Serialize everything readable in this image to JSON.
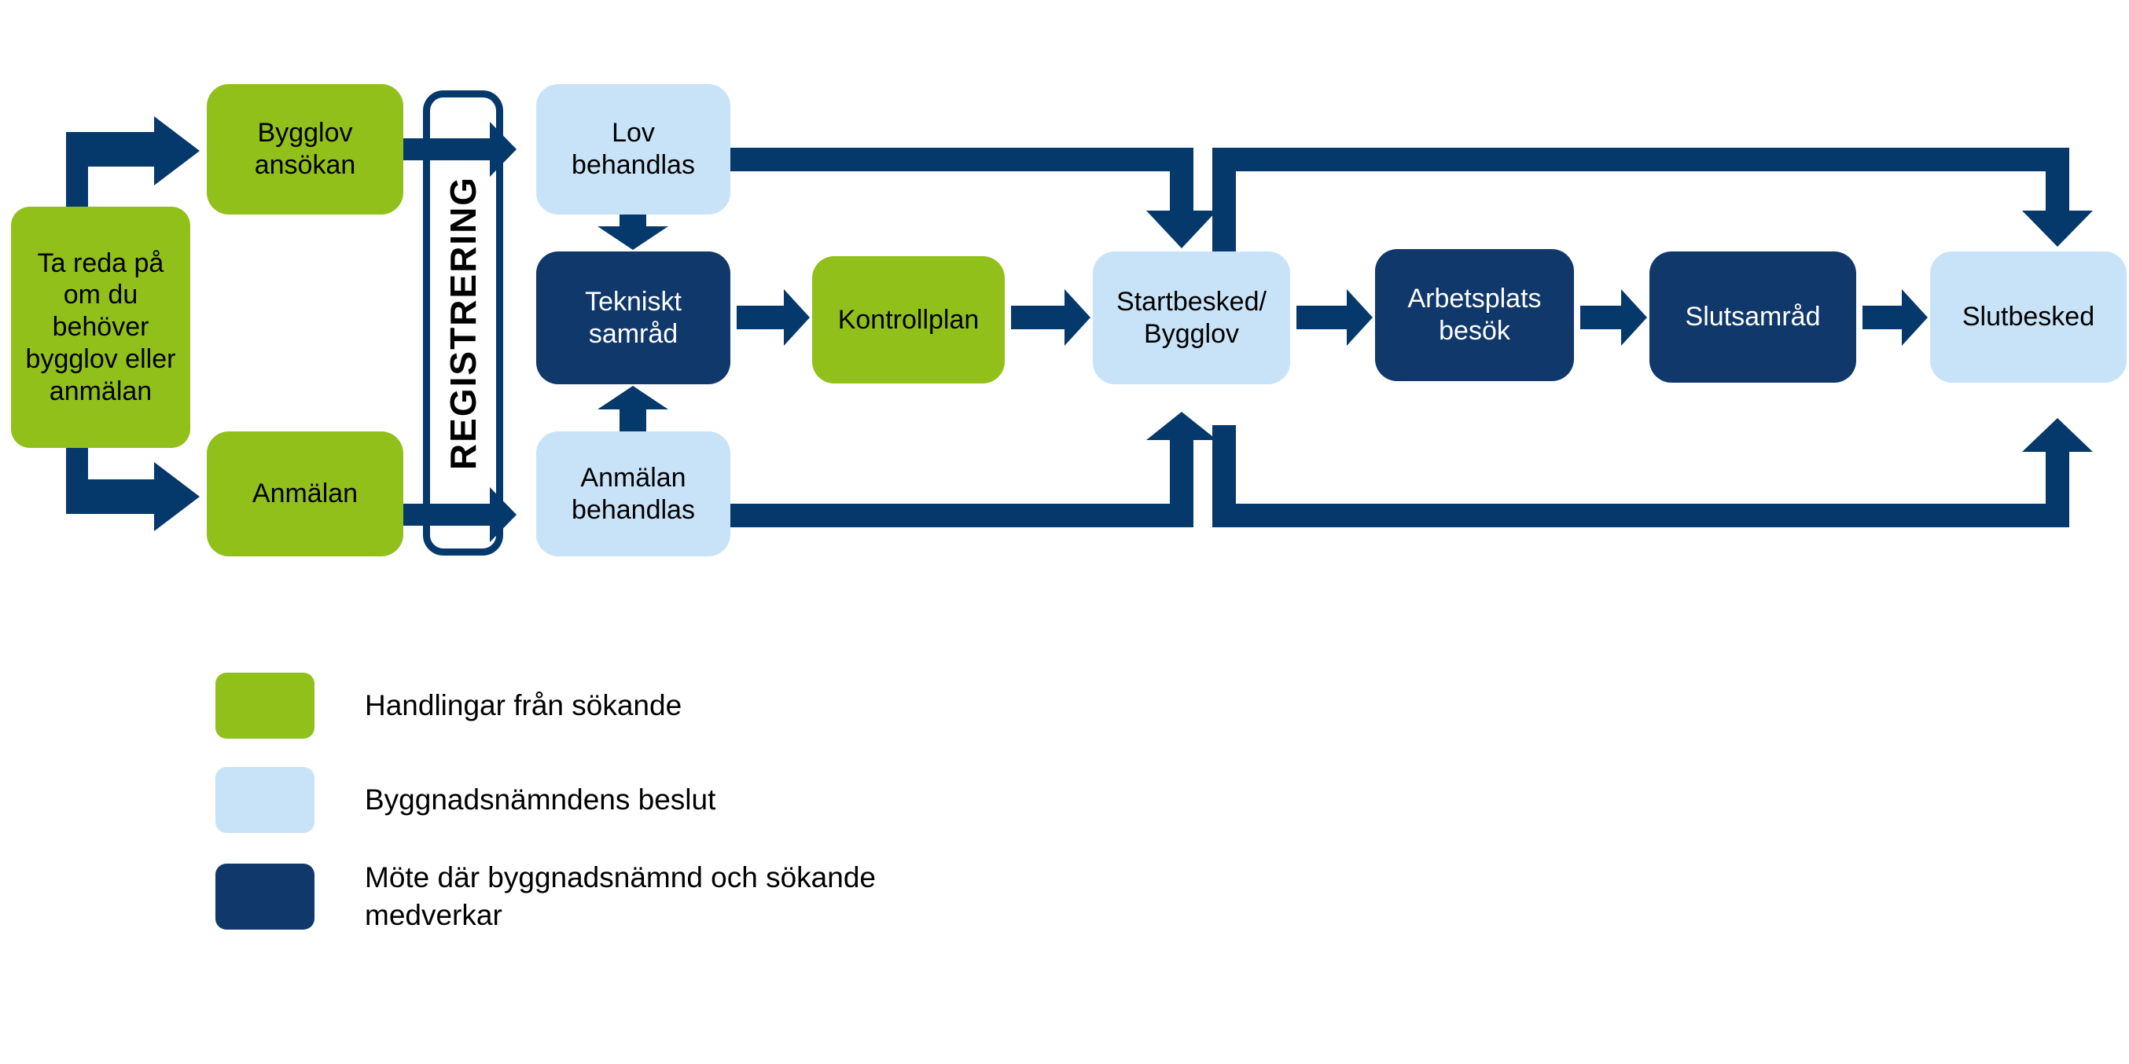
{
  "colors": {
    "green": "#92C01B",
    "light_blue": "#C8E3F8",
    "navy": "#10386B",
    "arrow": "#06396B"
  },
  "boxes": {
    "ta_reda": {
      "lines": [
        "Ta reda på",
        "om du",
        "behöver",
        "bygglov eller",
        "anmälan"
      ]
    },
    "bygglov_ansokan": {
      "lines": [
        "Bygglov",
        "ansökan"
      ]
    },
    "anmalan": {
      "lines": [
        "Anmälan"
      ]
    },
    "registrering": {
      "label": "REGISTRERING"
    },
    "lov_behandlas": {
      "lines": [
        "Lov",
        "behandlas"
      ]
    },
    "anmalan_behandlas": {
      "lines": [
        "Anmälan",
        "behandlas"
      ]
    },
    "tekniskt_samrad": {
      "lines": [
        "Tekniskt",
        "samråd"
      ]
    },
    "kontrollplan": {
      "lines": [
        "Kontrollplan"
      ]
    },
    "startbesked_bygglov": {
      "lines": [
        "Startbesked/",
        "Bygglov"
      ]
    },
    "arbetsplats_besok": {
      "lines": [
        "Arbetsplats",
        "besök"
      ]
    },
    "slutsamrad": {
      "lines": [
        "Slutsamråd"
      ]
    },
    "slutbesked": {
      "lines": [
        "Slutbesked"
      ]
    }
  },
  "flows": [
    {
      "from": "Ta reda på om du behöver bygglov eller anmälan",
      "to": "Bygglov ansökan"
    },
    {
      "from": "Ta reda på om du behöver bygglov eller anmälan",
      "to": "Anmälan"
    },
    {
      "from": "Bygglov ansökan",
      "to": "Lov behandlas",
      "via": "REGISTRERING"
    },
    {
      "from": "Anmälan",
      "to": "Anmälan behandlas",
      "via": "REGISTRERING"
    },
    {
      "from": "Lov behandlas",
      "to": "Tekniskt samråd"
    },
    {
      "from": "Anmälan behandlas",
      "to": "Tekniskt samråd"
    },
    {
      "from": "Lov behandlas",
      "to": "Startbesked/Bygglov"
    },
    {
      "from": "Anmälan behandlas",
      "to": "Startbesked/Bygglov"
    },
    {
      "from": "Tekniskt samråd",
      "to": "Kontrollplan"
    },
    {
      "from": "Kontrollplan",
      "to": "Startbesked/Bygglov"
    },
    {
      "from": "Startbesked/Bygglov",
      "to": "Arbetsplats besök"
    },
    {
      "from": "Startbesked/Bygglov",
      "to": "Slutbesked",
      "via": "top bypass"
    },
    {
      "from": "Startbesked/Bygglov",
      "to": "Slutbesked",
      "via": "bottom bypass"
    },
    {
      "from": "Arbetsplats besök",
      "to": "Slutsamråd"
    },
    {
      "from": "Slutsamråd",
      "to": "Slutbesked"
    }
  ],
  "legend": {
    "items": [
      {
        "swatch": "green",
        "lines": [
          "Handlingar från sökande",
          ""
        ]
      },
      {
        "swatch": "light_blue",
        "lines": [
          "Byggnadsnämndens beslut",
          ""
        ]
      },
      {
        "swatch": "navy",
        "lines": [
          "Möte där byggnadsnämnd och sökande",
          "medverkar"
        ]
      }
    ]
  }
}
